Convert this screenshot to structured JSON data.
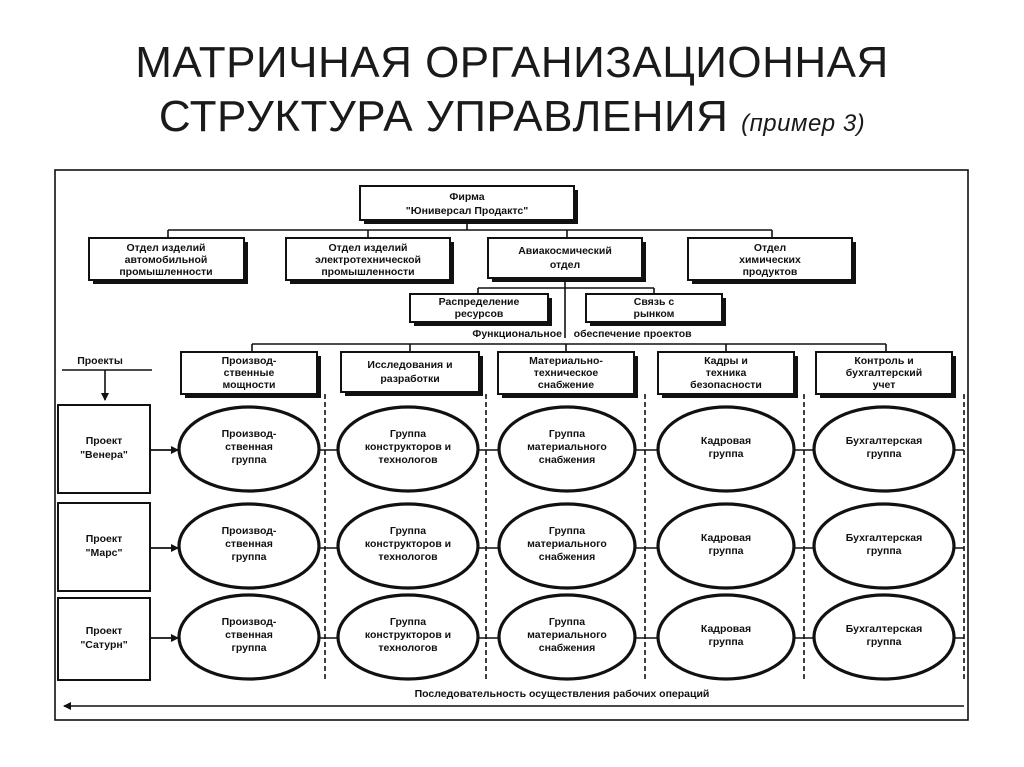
{
  "slide": {
    "title_line1": "МАТРИЧНАЯ ОРГАНИЗАЦИОННАЯ",
    "title_line2": "СТРУКТУРА УПРАВЛЕНИЯ",
    "title_suffix": "(пример 3)"
  },
  "firm": {
    "line1": "Фирма",
    "line2": "\"Юниверсал Продактс\""
  },
  "departments": [
    {
      "line1": "Отдел изделий",
      "line2": "автомобильной",
      "line3": "промышленности"
    },
    {
      "line1": "Отдел изделий",
      "line2": "электротехнической",
      "line3": "промышленности"
    },
    {
      "line1": "Авиакосмический",
      "line2": "отдел",
      "line3": ""
    },
    {
      "line1": "Отдел",
      "line2": "химических",
      "line3": "продуктов"
    }
  ],
  "sub_units": [
    {
      "line1": "Распределение",
      "line2": "ресурсов"
    },
    {
      "line1": "Связь с",
      "line2": "рынком"
    }
  ],
  "functional_label": "Функциональное    обеспечение проектов",
  "projects_label": "Проекты",
  "functions": [
    {
      "line1": "Производ-",
      "line2": "ственные",
      "line3": "мощности"
    },
    {
      "line1": "Исследования и",
      "line2": "разработки",
      "line3": ""
    },
    {
      "line1": "Материально-",
      "line2": "техническое",
      "line3": "снабжение"
    },
    {
      "line1": "Кадры и",
      "line2": "техника",
      "line3": "безопасности"
    },
    {
      "line1": "Контроль и",
      "line2": "бухгалтерский",
      "line3": "учет"
    }
  ],
  "projects": [
    {
      "line1": "Проект",
      "line2": "\"Венера\""
    },
    {
      "line1": "Проект",
      "line2": "\"Марс\""
    },
    {
      "line1": "Проект",
      "line2": "\"Сатурн\""
    }
  ],
  "groups": [
    {
      "line1": "Производ-",
      "line2": "ственная",
      "line3": "группа"
    },
    {
      "line1": "Группа",
      "line2": "конструкторов и",
      "line3": "технологов"
    },
    {
      "line1": "Группа",
      "line2": "материального",
      "line3": "снабжения"
    },
    {
      "line1": "Кадровая",
      "line2": "группа",
      "line3": ""
    },
    {
      "line1": "Бухгалтерская",
      "line2": "группа",
      "line3": ""
    }
  ],
  "bottom_label": "Последовательность осуществления рабочих операций"
}
